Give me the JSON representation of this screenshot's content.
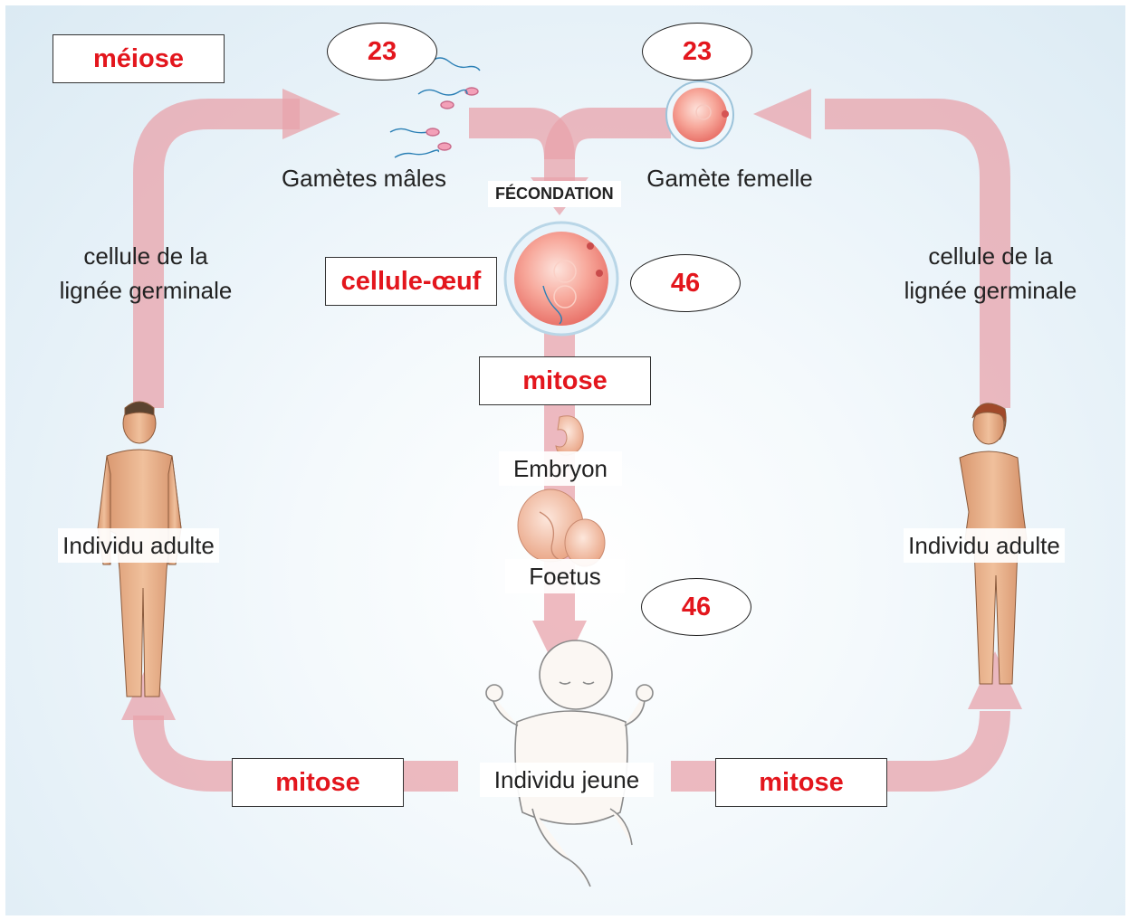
{
  "labels": {
    "meiose": "méiose",
    "gamete_count_male": "23",
    "gamete_count_female": "23",
    "gametes_males": "Gamètes mâles",
    "gamete_femelle": "Gamète femelle",
    "fecondation": "FÉCONDATION",
    "cellule_oeuf": "cellule-œuf",
    "egg_count": "46",
    "germline_left": "cellule de la\nlignée germinale",
    "germline_right": "cellule de la\nlignée germinale",
    "mitose_center": "mitose",
    "embryon": "Embryon",
    "foetus": "Foetus",
    "young_count": "46",
    "adult_left": "Individu adulte",
    "adult_right": "Individu adulte",
    "individu_jeune": "Individu jeune",
    "mitose_left": "mitose",
    "mitose_right": "mitose"
  },
  "colors": {
    "accent_red": "#e3161d",
    "arrow_pink": "#e8a3ab",
    "skin": "#e8b08c"
  }
}
